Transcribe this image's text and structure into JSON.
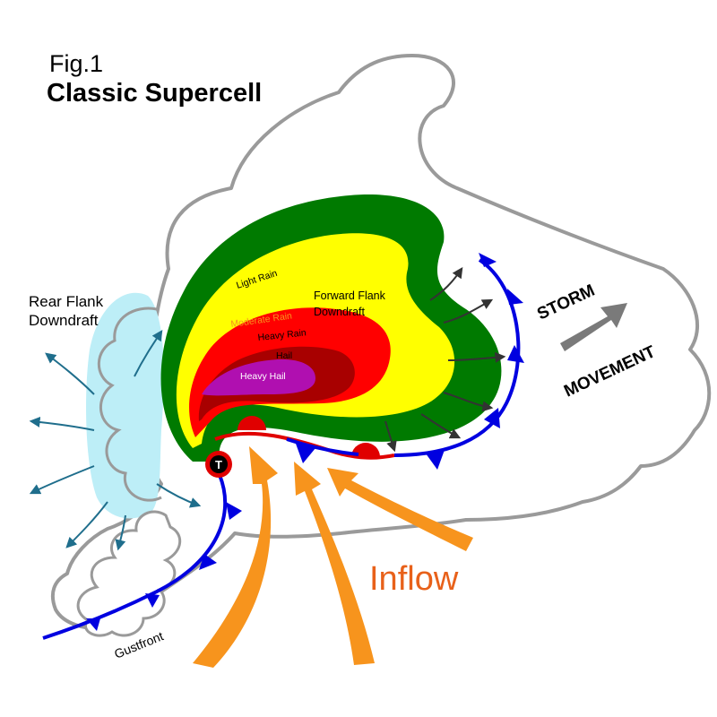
{
  "figure": {
    "number": "Fig.1",
    "title": "Classic Supercell"
  },
  "labels": {
    "rear_flank_line1": "Rear Flank",
    "rear_flank_line2": "Downdraft",
    "forward_flank_line1": "Forward Flank",
    "forward_flank_line2": "Downdraft",
    "light_rain": "Light Rain",
    "moderate_rain": "Moderate Rain",
    "heavy_rain": "Heavy Rain",
    "hail": "Hail",
    "heavy_hail": "Heavy Hail",
    "tornado_marker": "T",
    "storm": "STORM",
    "movement": "MOVEMENT",
    "inflow": "Inflow",
    "gustfront": "Gustfront"
  },
  "colors": {
    "light_rain": "#007a00",
    "moderate_rain": "#ffff00",
    "heavy_rain": "#ff0000",
    "hail": "#a80000",
    "heavy_hail": "#b00fb0",
    "rear_flank_downdraft": "#bdeef7",
    "inflow": "#f7941d",
    "cold_front": "#0000e0",
    "warm_front": "#e00000",
    "cloud_outline": "#9a9a9a",
    "movement_arrow": "#7a7a7a",
    "downdraft_arrow": "#1f6e8c"
  }
}
